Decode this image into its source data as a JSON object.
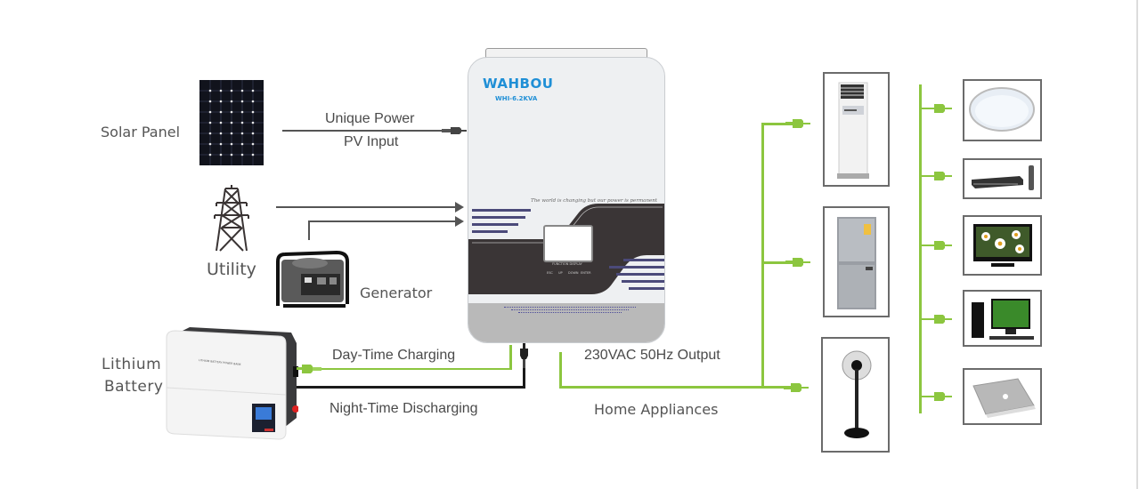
{
  "diagram": {
    "sources": {
      "solar_panel": "Solar Panel",
      "utility": "Utility",
      "generator": "Generator",
      "lithium_battery_line1": "Lithium",
      "lithium_battery_line2": "Battery"
    },
    "connections": {
      "pv_line1": "Unique Power",
      "pv_line2": "PV Input",
      "day_charging": "Day-Time Charging",
      "night_discharging": "Night-Time Discharging",
      "output": "230VAC 50Hz Output",
      "home_appliances": "Home Appliances"
    },
    "inverter": {
      "brand": "WAHBOU",
      "model": "WHI-6.2KVA",
      "slogan": "The world is changing but our power is permanent",
      "display_label": "FUNCTION DISPLAY",
      "buttons": [
        "ESC",
        "UP",
        "DOWN",
        "ENTER"
      ]
    },
    "appliances_left": [
      "Air Conditioner",
      "Refrigerator",
      "Stand Fan"
    ],
    "appliances_right": [
      "Ceiling Light",
      "DVD Player",
      "TV",
      "Desktop Computer",
      "Laptop"
    ],
    "colors": {
      "green_wire": "#8cc63f",
      "gray_wire": "#555555",
      "black_wire": "#1a1a1a",
      "brand_blue": "#1f8fd6",
      "inverter_panel": "#3a3536",
      "stripe_purple": "#4b4a7a"
    }
  }
}
